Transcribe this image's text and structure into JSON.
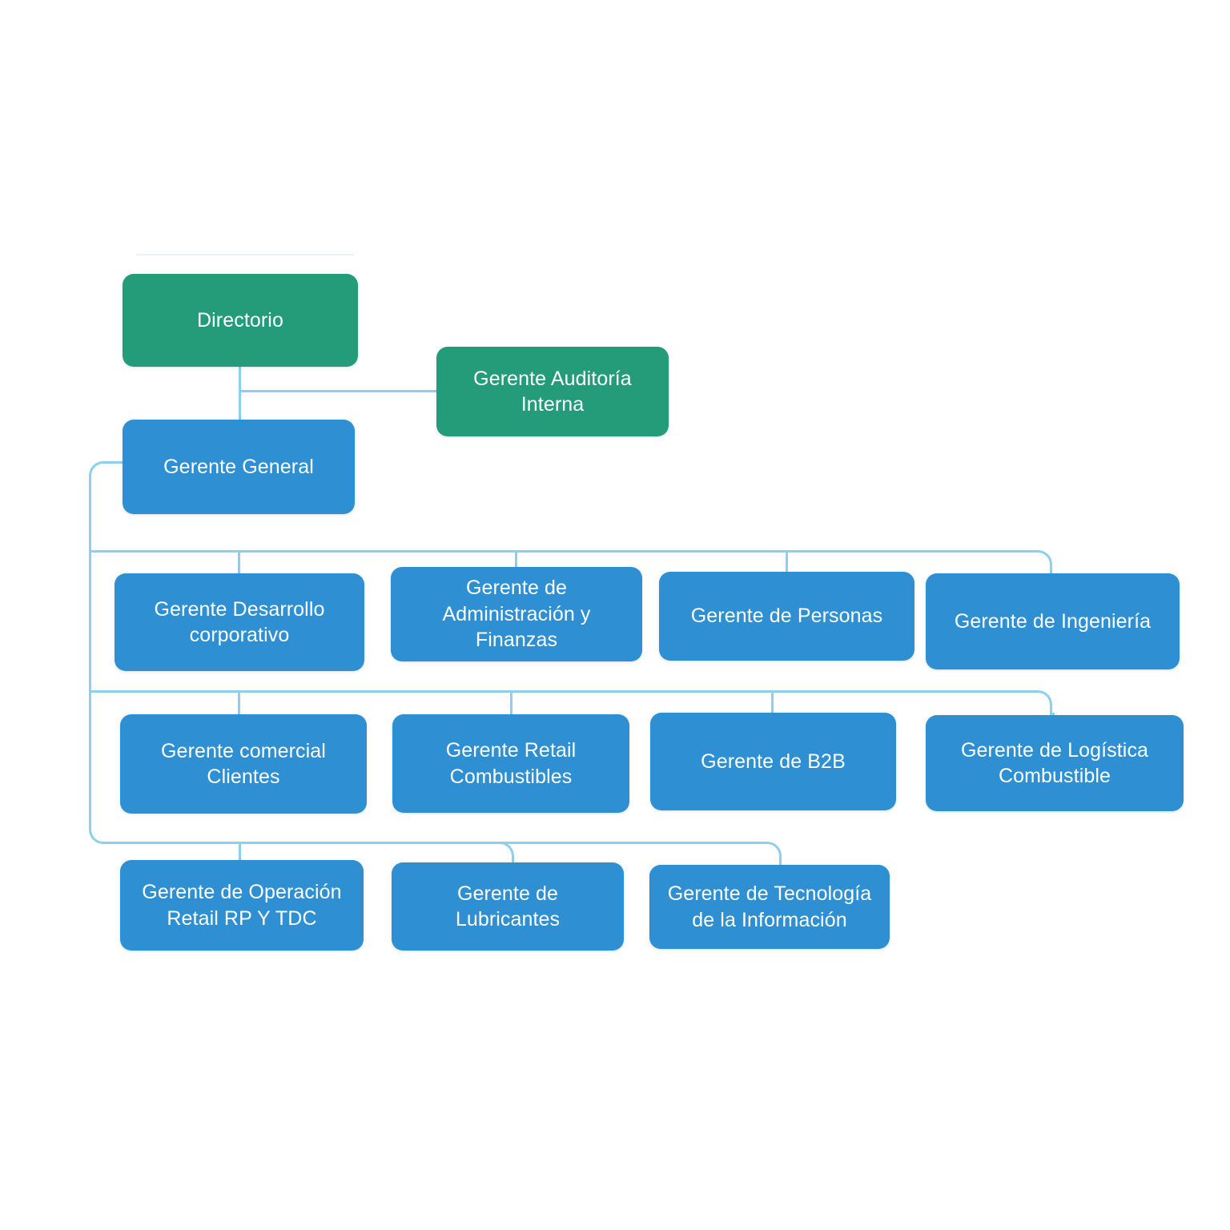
{
  "chart_title": "",
  "palette": {
    "green": "#259c79",
    "blue": "#2e90d2",
    "connector": "#8ccfee",
    "text": "#ffffff",
    "background": "#ffffff"
  },
  "org_chart": {
    "type": "organization-chart",
    "orientation": "top-down",
    "levels": [
      {
        "level": 0,
        "nodes": [
          {
            "id": "directorio",
            "label": "Directorio",
            "color": "green"
          }
        ]
      },
      {
        "level": 1,
        "nodes": [
          {
            "id": "auditoria",
            "label_lines": [
              "Gerente Auditoría",
              "Interna"
            ],
            "color": "green",
            "relation": "staff"
          }
        ]
      },
      {
        "level": 2,
        "nodes": [
          {
            "id": "gerente-general",
            "label": "Gerente General",
            "color": "blue",
            "parent": "directorio"
          }
        ]
      },
      {
        "level": 3,
        "nodes": [
          {
            "id": "desarrollo-corporativo",
            "label_lines": [
              "Gerente Desarrollo",
              "corporativo"
            ],
            "color": "blue",
            "parent": "gerente-general"
          },
          {
            "id": "administracion-finanzas",
            "label_lines": [
              "Gerente de",
              "Administración y",
              "Finanzas"
            ],
            "color": "blue",
            "parent": "gerente-general"
          },
          {
            "id": "personas",
            "label_lines": [
              "Gerente de Personas"
            ],
            "color": "blue",
            "parent": "gerente-general"
          },
          {
            "id": "ingenieria",
            "label_lines": [
              "Gerente de Ingeniería"
            ],
            "color": "blue",
            "parent": "gerente-general"
          }
        ]
      },
      {
        "level": 4,
        "nodes": [
          {
            "id": "comercial-clientes",
            "label_lines": [
              "Gerente comercial",
              "Clientes"
            ],
            "color": "blue",
            "parent": "gerente-general"
          },
          {
            "id": "retail-combustibles",
            "label_lines": [
              "Gerente Retail",
              "Combustibles"
            ],
            "color": "blue",
            "parent": "gerente-general"
          },
          {
            "id": "b2b",
            "label_lines": [
              "Gerente de B2B"
            ],
            "color": "blue",
            "parent": "gerente-general"
          },
          {
            "id": "logistica-combustible",
            "label_lines": [
              "Gerente de Logística",
              "Combustible"
            ],
            "color": "blue",
            "parent": "gerente-general"
          }
        ]
      },
      {
        "level": 5,
        "nodes": [
          {
            "id": "operacion-retail",
            "label_lines": [
              "Gerente de Operación",
              "Retail RP Y TDC"
            ],
            "color": "blue",
            "parent": "gerente-general"
          },
          {
            "id": "lubricantes",
            "label_lines": [
              "Gerente de",
              "Lubricantes"
            ],
            "color": "blue",
            "parent": "gerente-general"
          },
          {
            "id": "tecnologia-informacion",
            "label_lines": [
              "Gerente de Tecnología",
              "de la Información"
            ],
            "color": "blue",
            "parent": "gerente-general"
          }
        ]
      }
    ]
  },
  "nodes": {
    "directorio": {
      "line1": "Directorio"
    },
    "auditoria": {
      "line1": "Gerente Auditoría",
      "line2": "Interna"
    },
    "gerente_general": {
      "line1": "Gerente General"
    },
    "desarrollo": {
      "line1": "Gerente Desarrollo",
      "line2": "corporativo"
    },
    "admin_finanzas": {
      "line1": "Gerente de",
      "line2": "Administración y",
      "line3": "Finanzas"
    },
    "personas": {
      "line1": "Gerente de Personas"
    },
    "ingenieria": {
      "line1": "Gerente de Ingeniería"
    },
    "comercial_clientes": {
      "line1": "Gerente comercial",
      "line2": "Clientes"
    },
    "retail_combustibles": {
      "line1": "Gerente Retail",
      "line2": "Combustibles"
    },
    "b2b": {
      "line1": "Gerente de B2B"
    },
    "logistica": {
      "line1": "Gerente de Logística",
      "line2": "Combustible"
    },
    "operacion_retail": {
      "line1": "Gerente de Operación",
      "line2": "Retail RP Y TDC"
    },
    "lubricantes": {
      "line1": "Gerente de",
      "line2": "Lubricantes"
    },
    "tecnologia": {
      "line1": "Gerente de Tecnología",
      "line2": "de la Información"
    }
  }
}
